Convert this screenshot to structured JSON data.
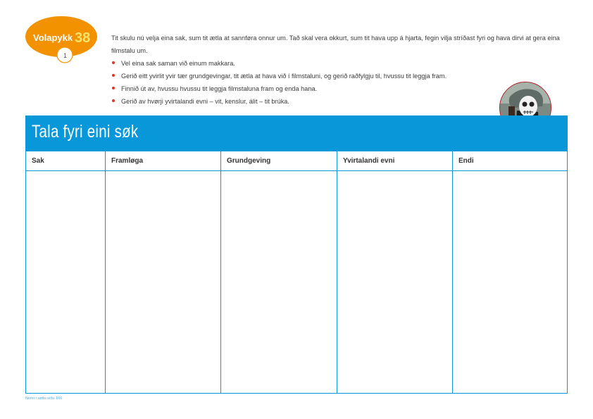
{
  "logo": {
    "brand": "Volapykk",
    "number": "38",
    "page": "1"
  },
  "intro": {
    "paragraph": "Tit skulu nú velja eina sak, sum tit ætla at sannføra onnur um. Tað skal vera okkurt, sum tit hava upp á hjarta, fegin vilja stríðast fyri og hava dirvi at gera eina filmstalu um.",
    "bullets": [
      "Vel eina sak saman við einum makkara.",
      "Gerið eitt yvirlit yvir tær grundgevingar, tit ætla at hava við í filmstaluni, og gerið raðfylgju til, hvussu tit leggja fram.",
      "Finnið út av, hvussu hvussu tit leggja filmstaluna fram og enda hana.",
      "Gerið av hvørji yvirtalandi evni – vit, kenslur, álit –  tit brúka."
    ]
  },
  "section_title": "Tala fyri eini søk",
  "table": {
    "columns": [
      "Sak",
      "Framløga",
      "Grundgeving",
      "Yvirtalandi evni",
      "Endi"
    ]
  },
  "footer": "Nemi í søttu síðu 106",
  "colors": {
    "accent": "#0898d9",
    "logo": "#f39200",
    "bullet": "#e5332a"
  }
}
